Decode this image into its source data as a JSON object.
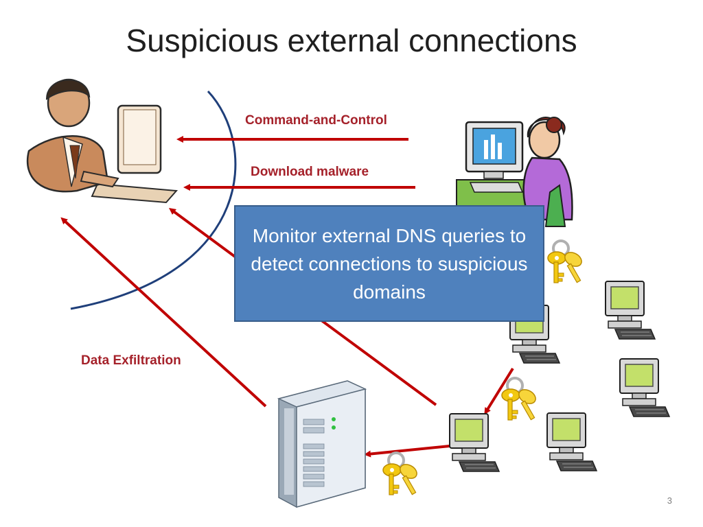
{
  "slide": {
    "title": "Suspicious external connections",
    "page_number": "3"
  },
  "labels": {
    "command_and_control": "Command-and-Control",
    "download_malware": "Download malware",
    "data_exfiltration": "Data Exfiltration"
  },
  "callout": {
    "text": "Monitor external DNS queries to detect connections to suspicious domains"
  },
  "colors": {
    "arrow": "#c00000",
    "boundary": "#1f3f7a",
    "callout_fill": "#4f81bd",
    "key": "#f2c811"
  },
  "icons": [
    "attacker-icon",
    "victim-user-icon",
    "server-icon",
    "workstation-icon",
    "key-icon"
  ]
}
